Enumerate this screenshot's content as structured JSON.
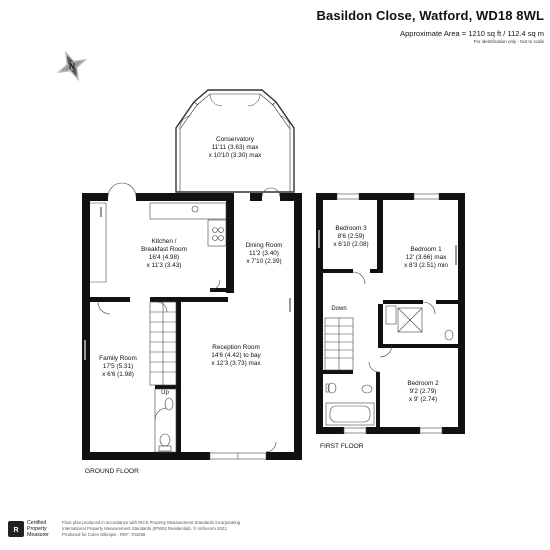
{
  "header": {
    "title": "Basildon Close, Watford, WD18 8WL",
    "area": "Approximate Area = 1210 sq ft / 112.4 sq m",
    "note": "For identification only - Not to scale"
  },
  "compass": {
    "letter": "N"
  },
  "rooms": {
    "conservatory": {
      "name": "Conservatory",
      "dim1": "11'11 (3.63) max",
      "dim2": "x 10'10 (3.30) max"
    },
    "kitchen": {
      "name1": "Kitchen /",
      "name2": "Breakfast Room",
      "dim1": "16'4 (4.98)",
      "dim2": "x 11'3 (3.43)"
    },
    "dining": {
      "name": "Dining Room",
      "dim1": "11'2 (3.40)",
      "dim2": "x 7'10 (2.39)"
    },
    "family": {
      "name": "Family Room",
      "dim1": "17'5 (5.31)",
      "dim2": "x 6'6 (1.98)"
    },
    "reception": {
      "name": "Reception Room",
      "dim1": "14'6 (4.42) to bay",
      "dim2": "x 12'3 (3.73) max"
    },
    "bedroom3": {
      "name": "Bedroom 3",
      "dim1": "8'6 (2.59)",
      "dim2": "x 6'10 (2.08)"
    },
    "bedroom1": {
      "name": "Bedroom 1",
      "dim1": "12' (3.66) max",
      "dim2": "x 8'3 (2.51) min"
    },
    "bedroom2": {
      "name": "Bedroom 2",
      "dim1": "9'2 (2.79)",
      "dim2": "x 9' (2.74)"
    }
  },
  "stairs": {
    "up": "Up",
    "down": "Down"
  },
  "floors": {
    "ground": "GROUND FLOOR",
    "first": "FIRST FLOOR"
  },
  "badge": {
    "line1": "Certified",
    "line2": "Property",
    "line3": "Measurer"
  },
  "footer": {
    "line1": "Floor plan produced in accordance with RICS Property Measurement Standards incorporating",
    "line2": "International Property Measurement Standards (IPMS2 Residential). © nichecom 2021.",
    "line3": "Produced for Coles Gillespie .  REF: 704268"
  }
}
